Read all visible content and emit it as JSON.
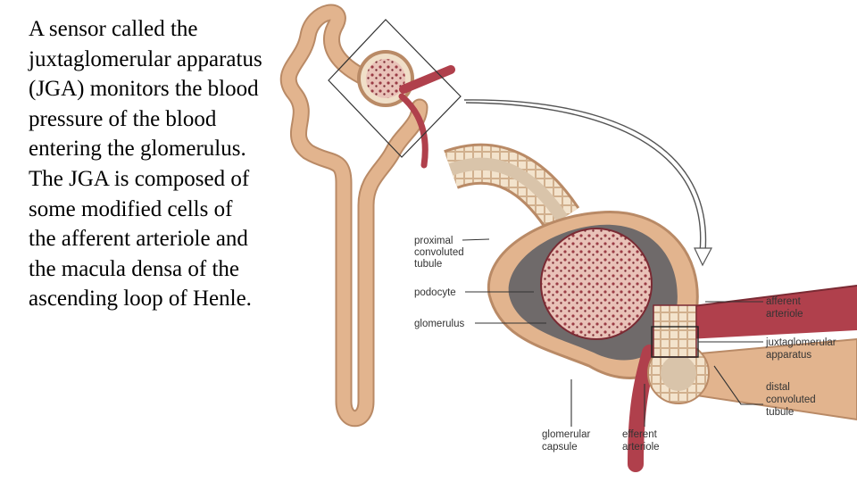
{
  "slide": {
    "body_text": "A sensor called the juxtaglomerular apparatus (JGA) monitors the blood pressure of the blood entering the glomerulus. The JGA is composed of some modified cells of the afferent arteriole and the macula densa of the ascending loop of Henle."
  },
  "figure": {
    "labels": {
      "pct": [
        "proximal",
        "convoluted",
        "tubule"
      ],
      "podocyte": "podocyte",
      "glomerulus": "glomerulus",
      "afferent": [
        "afferent",
        "arteriole"
      ],
      "jga": [
        "juxtaglomerular",
        "apparatus"
      ],
      "dct": [
        "distal",
        "convoluted",
        "tubule"
      ],
      "capsule": [
        "glomerular",
        "capsule"
      ],
      "efferent": [
        "efferent",
        "arteriole"
      ]
    },
    "colors": {
      "tubule": "#e2b48e",
      "tubule_edge": "#b98a66",
      "capsule": "#f0dfc8",
      "capillary": "#9a3b45",
      "vessel": "#b0404c",
      "leader": "#333333"
    }
  }
}
